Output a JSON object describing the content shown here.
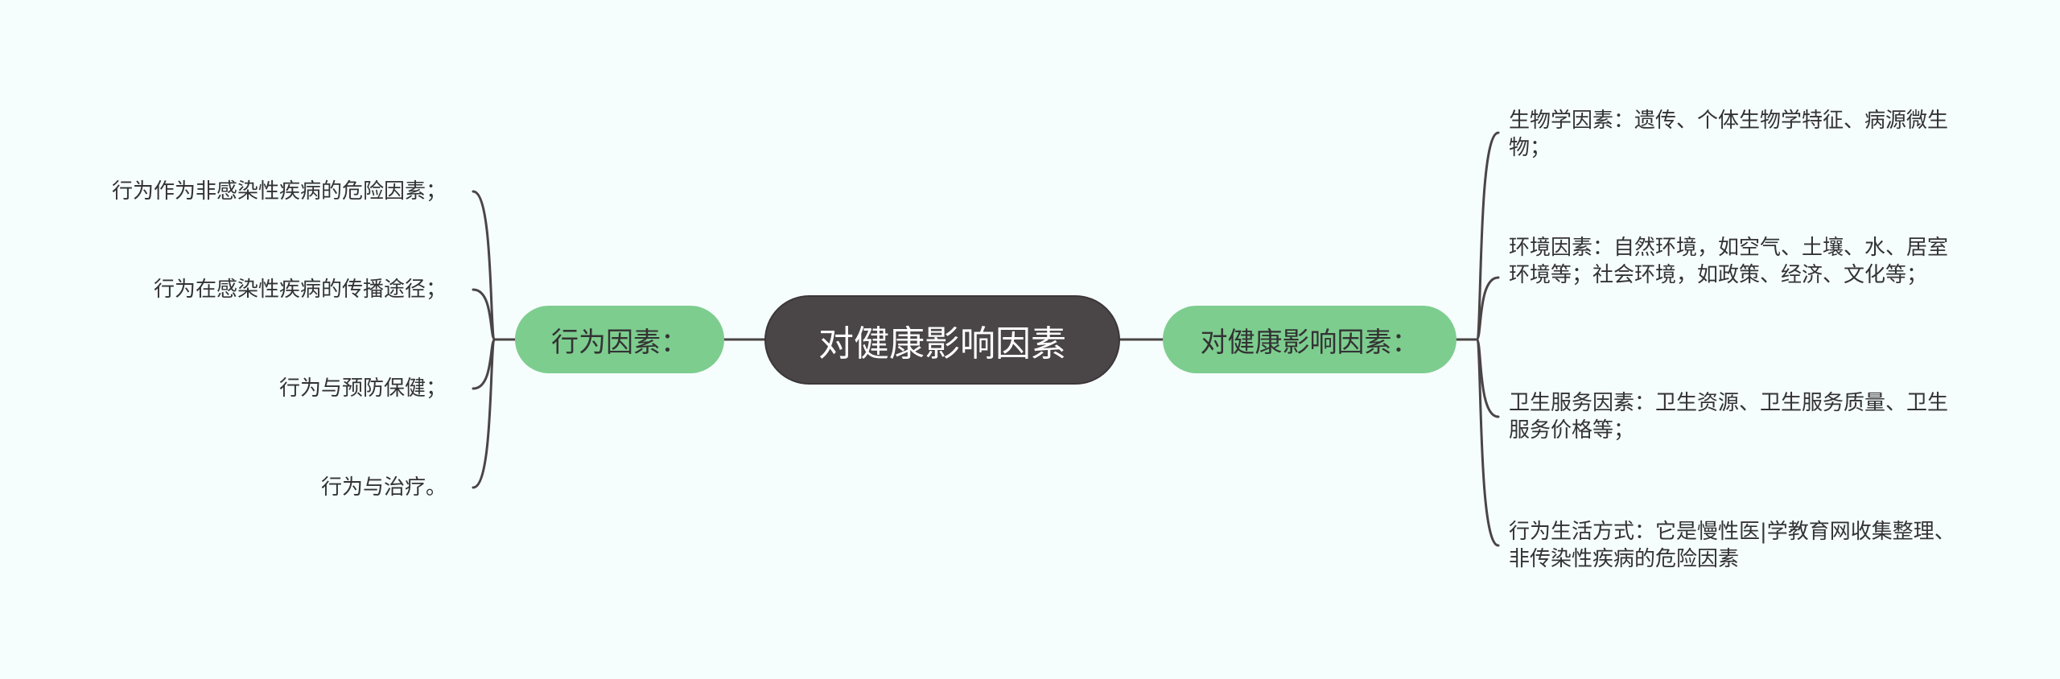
{
  "colors": {
    "background": "#f6fdfd",
    "root_fill": "#4a4546",
    "branch_fill": "#7dcd8f",
    "line": "#4a4546",
    "text": "#333333"
  },
  "root": {
    "label": "对健康影响因素"
  },
  "left_branch": {
    "label": "行为因素：",
    "leaves": [
      "行为作为非感染性疾病的危险因素；",
      "行为在感染性疾病的传播途径；",
      "行为与预防保健；",
      "行为与治疗。"
    ]
  },
  "right_branch": {
    "label": "对健康影响因素：",
    "leaves": [
      "生物学因素：遗传、个体生物学特征、病源微生物；",
      "环境因素：自然环境，如空气、土壤、水、居室环境等；社会环境，如政策、经济、文化等；",
      "卫生服务因素：卫生资源、卫生服务质量、卫生服务价格等；",
      "行为生活方式：它是慢性医|学教育网收集整理、非传染性疾病的危险因素"
    ]
  }
}
